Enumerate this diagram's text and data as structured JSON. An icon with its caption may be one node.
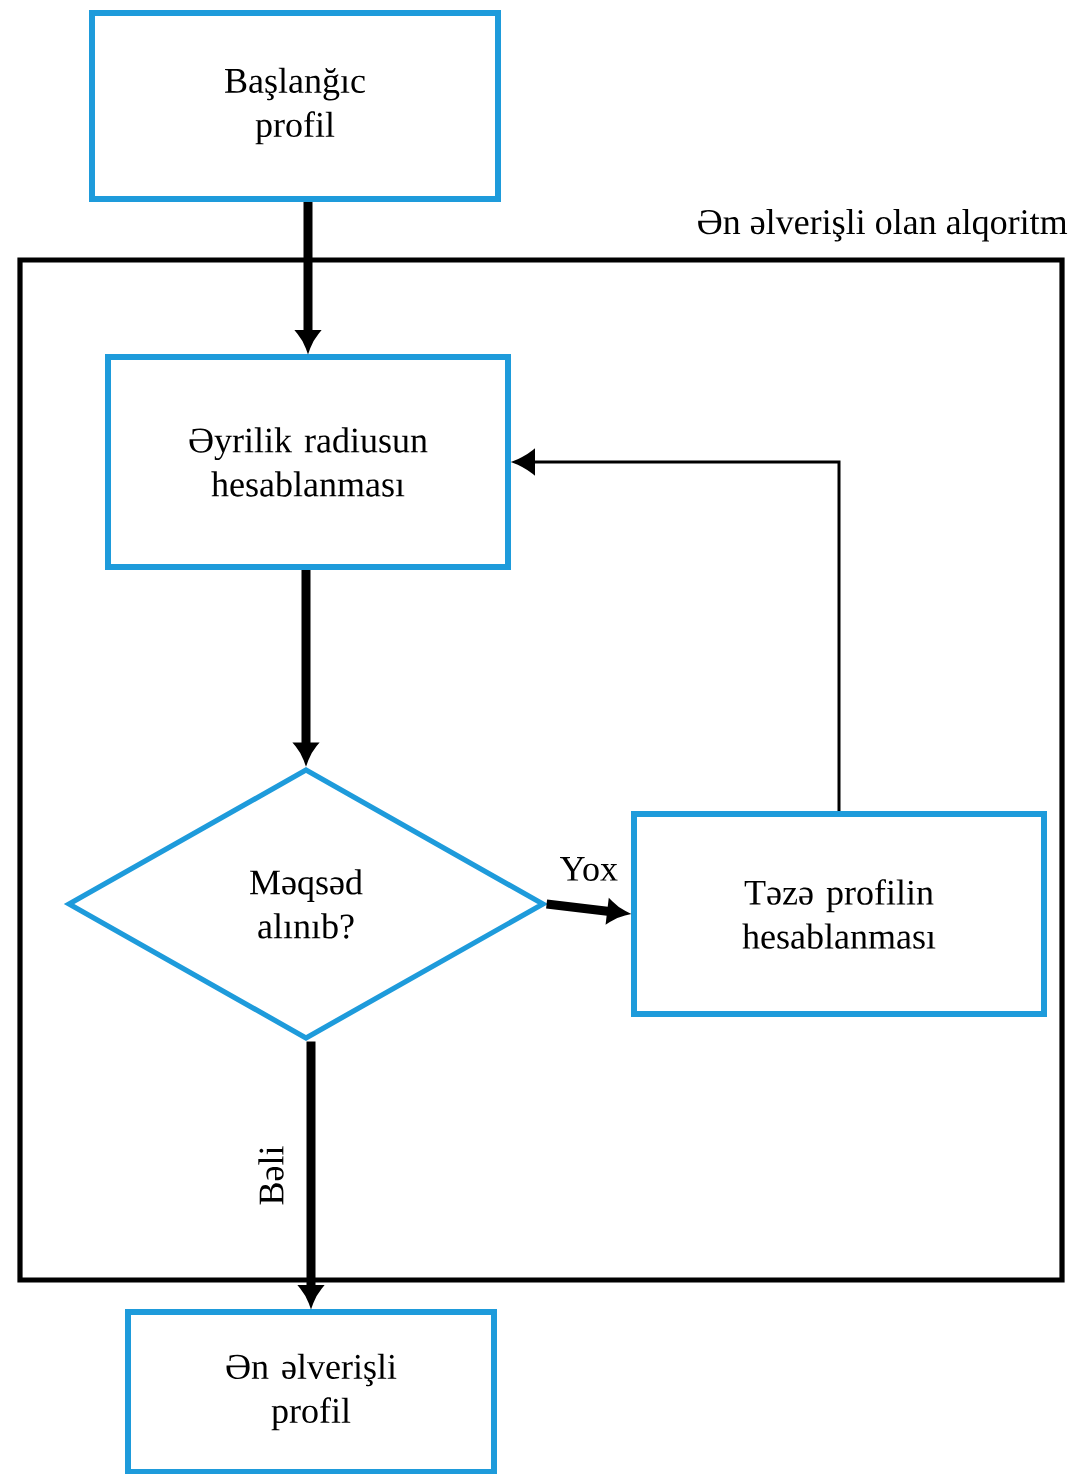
{
  "diagram": {
    "nodes": [
      {
        "text": [
          "Başlanğıc profil"
        ]
      },
      {
        "text": [
          "Ən əlverişli olan alqoritm"
        ]
      },
      {
        "text": [
          "Əyrilik radiusun hesablanması"
        ],
        "in": 1
      },
      {
        "text": [
          "Məqsəd alınıb?"
        ],
        "in": 1
      },
      {
        "text": [
          "Təzə profilin hesablanması"
        ],
        "in": 1
      },
      {
        "text": [
          "Ən əlverişli profil"
        ]
      }
    ],
    "edges": [
      {
        "from": 0,
        "to": 2,
        "arrow": "to"
      },
      {
        "from": 2,
        "to": 3,
        "arrow": "to"
      },
      {
        "from": 3,
        "to": 4,
        "arrow": "to",
        "label": "Yox"
      },
      {
        "from": 4,
        "to": 2,
        "arrow": "to"
      },
      {
        "from": 3,
        "to": 5,
        "arrow": "to",
        "label": "Bəli"
      }
    ]
  }
}
